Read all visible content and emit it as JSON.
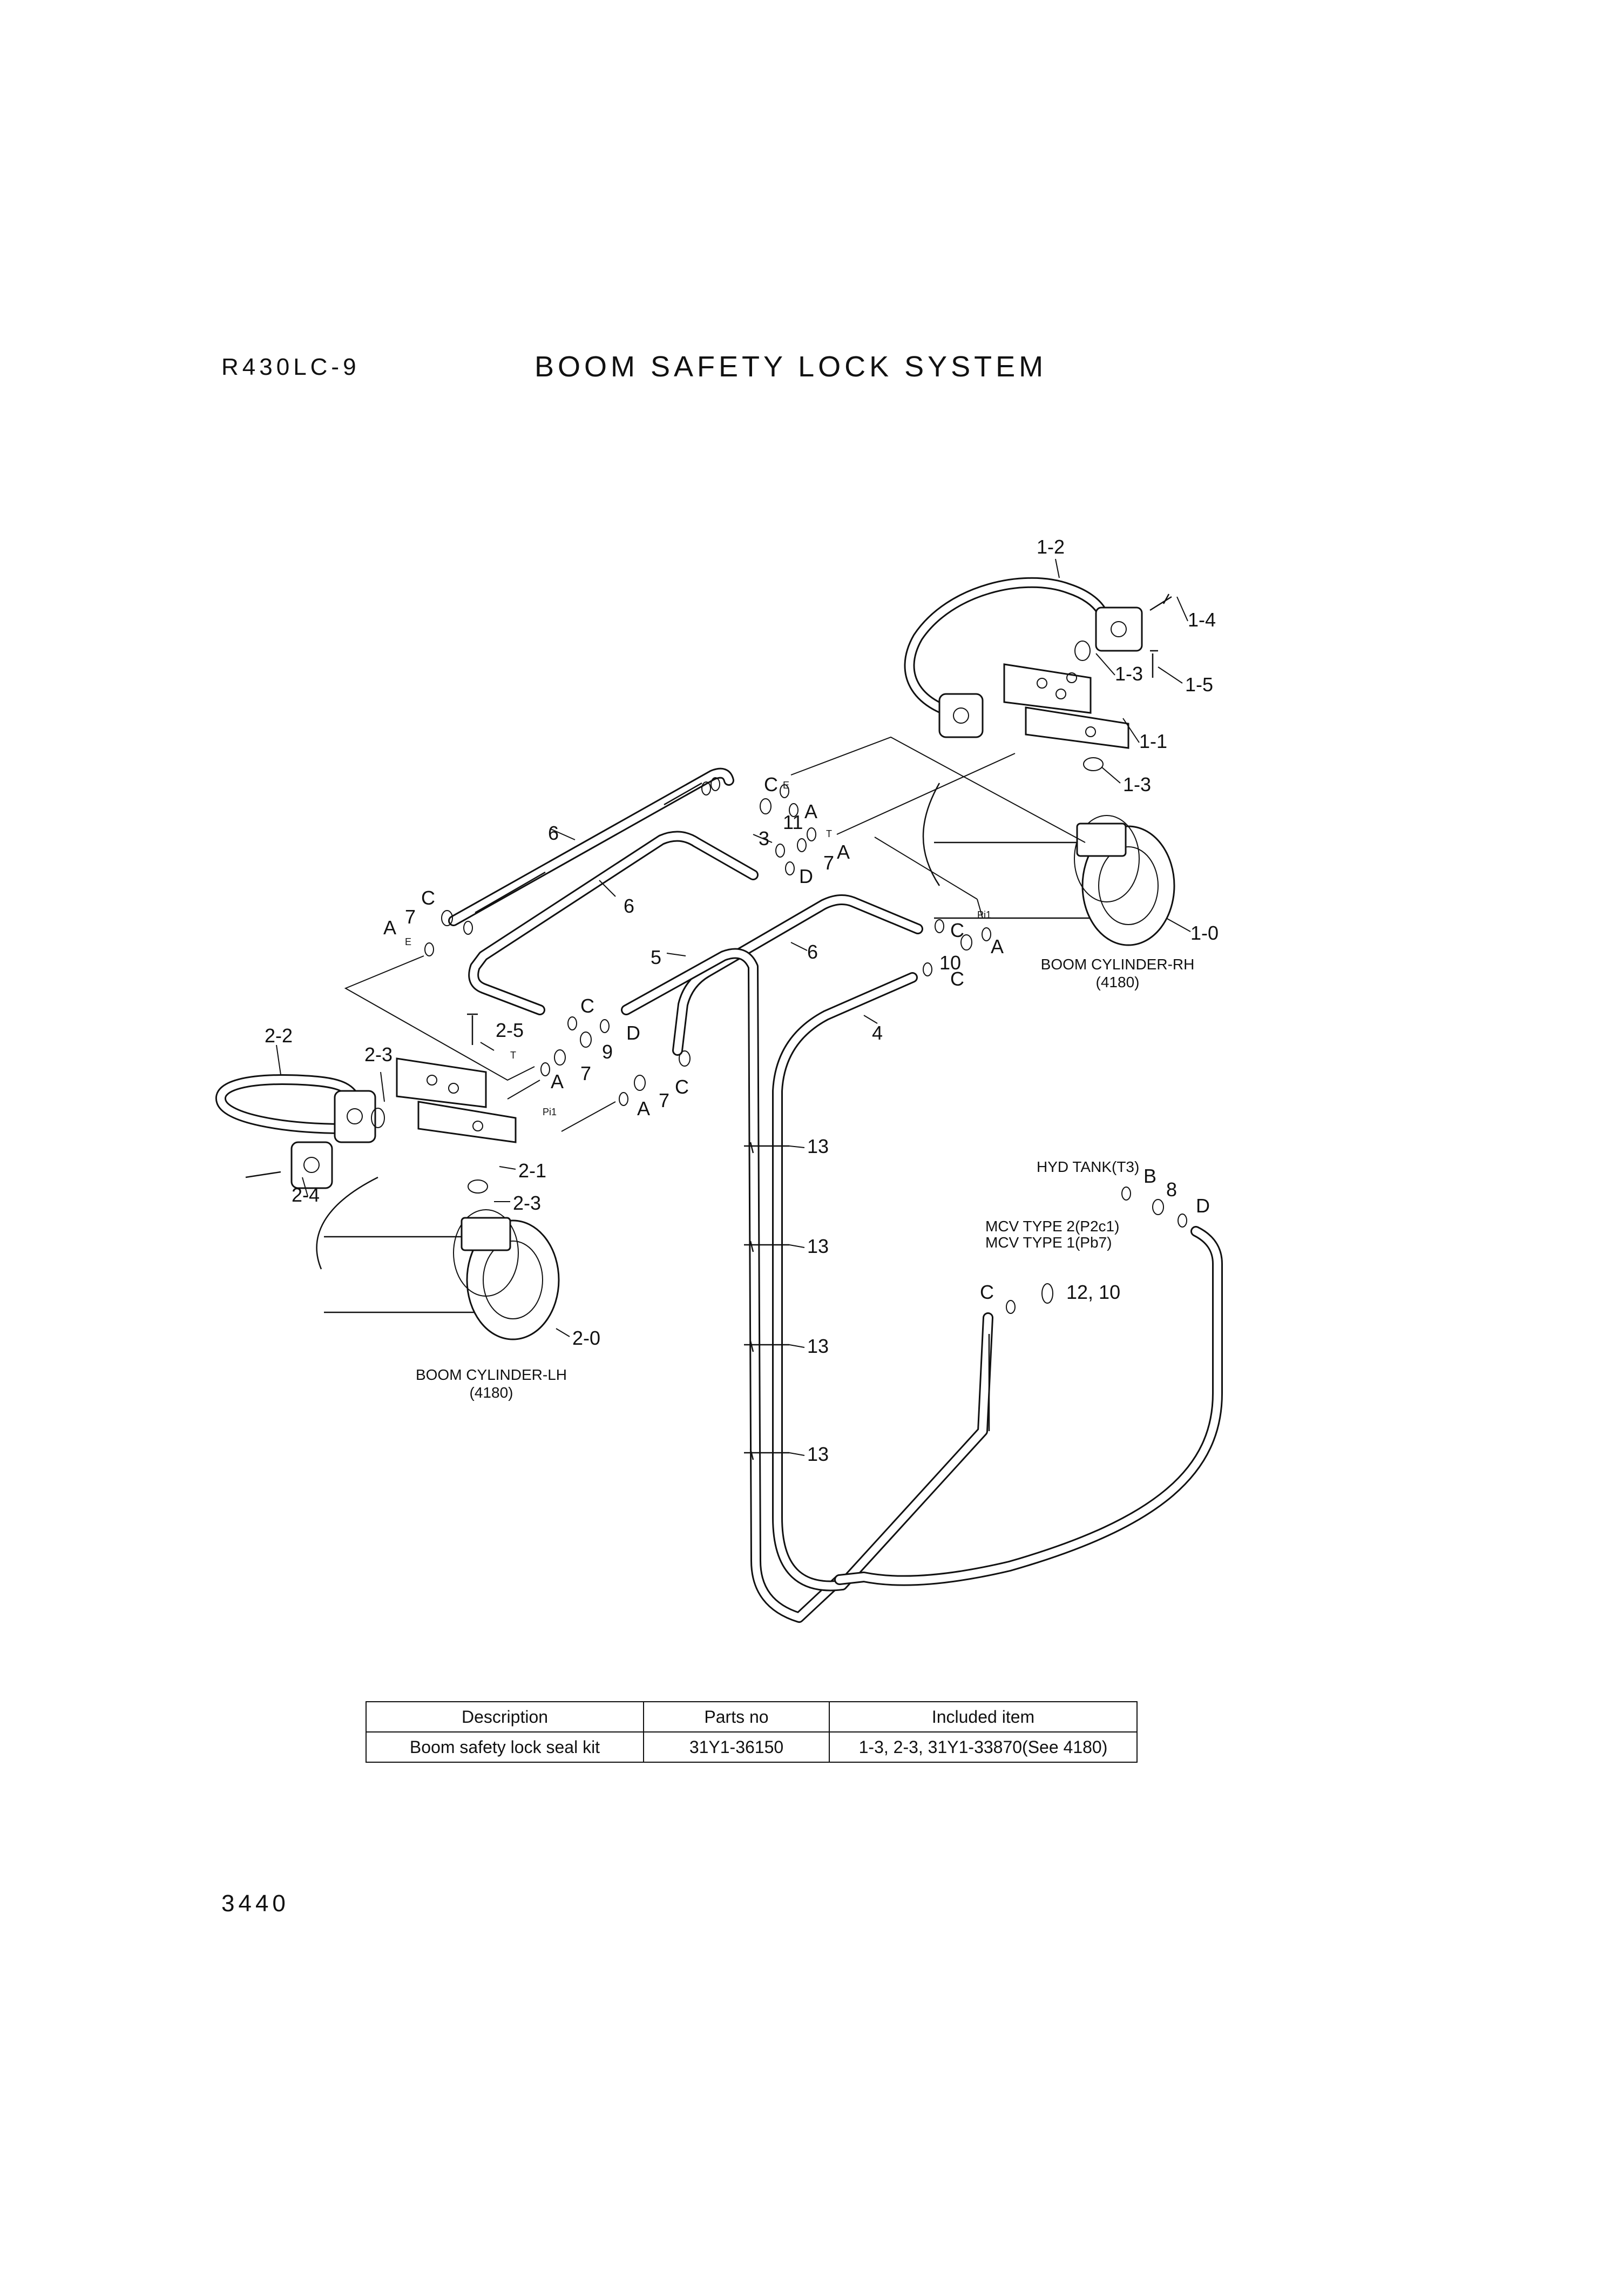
{
  "header": {
    "model": "R430LC-9",
    "title": "BOOM SAFETY LOCK SYSTEM"
  },
  "footer": {
    "page_number": "3440"
  },
  "callouts": {
    "c1_2": "1-2",
    "c1_4": "1-4",
    "c1_3a": "1-3",
    "c1_5": "1-5",
    "c1_1": "1-1",
    "c1_3b": "1-3",
    "c1_0": "1-0",
    "c2_2": "2-2",
    "c2_3a": "2-3",
    "c2_4": "2-4",
    "c2_5": "2-5",
    "c2_1": "2-1",
    "c2_3b": "2-3",
    "c2_0": "2-0",
    "c3": "3",
    "c4": "4",
    "c5": "5",
    "c6a": "6",
    "c6b": "6",
    "c6c": "6",
    "c7a": "7",
    "c7b": "7",
    "c7c": "7",
    "c7d": "7",
    "c8": "8",
    "c9": "9",
    "c10": "10",
    "c11": "11",
    "c12_10": "12, 10",
    "c13a": "13",
    "c13b": "13",
    "c13c": "13",
    "c13d": "13"
  },
  "ports": {
    "pCa": "C",
    "pE1": "E",
    "pAa": "A",
    "pT1": "T",
    "pAb": "A",
    "pDa": "D",
    "pCb": "C",
    "pAc": "A",
    "pE2": "E",
    "pCc": "C",
    "pDb": "D",
    "pT2": "T",
    "pAd": "A",
    "pPi1a": "Pi1",
    "pAe": "A",
    "pCd": "C",
    "pCe": "C",
    "pPi1b": "Pi1",
    "pAf": "A",
    "pCf": "C",
    "pB": "B",
    "pDc": "D",
    "pCg": "C"
  },
  "captions": {
    "boom_rh": "BOOM CYLINDER-RH",
    "boom_rh_ref": "(4180)",
    "boom_lh": "BOOM CYLINDER-LH",
    "boom_lh_ref": "(4180)",
    "hyd_tank": "HYD TANK(T3)",
    "mcv2": "MCV TYPE 2(P2c1)",
    "mcv1": "MCV TYPE 1(Pb7)"
  },
  "parts_table": {
    "headers": [
      "Description",
      "Parts no",
      "Included item"
    ],
    "rows": [
      [
        "Boom safety lock seal kit",
        "31Y1-36150",
        "1-3, 2-3, 31Y1-33870(See 4180)"
      ]
    ]
  }
}
